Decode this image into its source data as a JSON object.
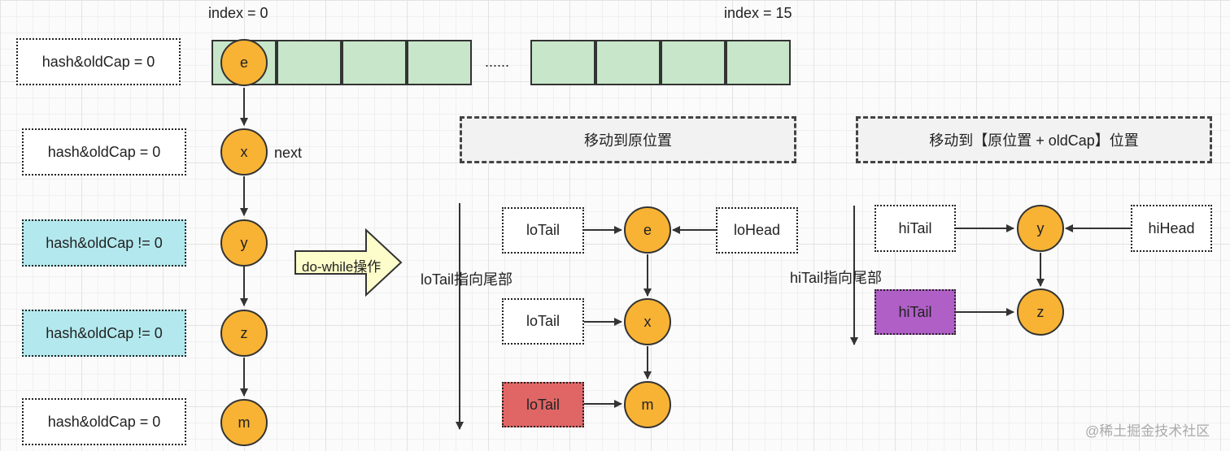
{
  "labels": {
    "index_start": "index = 0",
    "index_end": "index = 15",
    "ellipsis": "......",
    "next": "next",
    "do_while": "do-while操作",
    "lo_tail_pointer": "loTail指向尾部",
    "hi_tail_pointer": "hiTail指向尾部",
    "watermark": "@稀土掘金技术社区"
  },
  "conditions": [
    "hash&oldCap = 0",
    "hash&oldCap = 0",
    "hash&oldCap != 0",
    "hash&oldCap != 0",
    "hash&oldCap = 0"
  ],
  "chain_nodes": [
    "e",
    "x",
    "y",
    "z",
    "m"
  ],
  "lo_section": {
    "title": "移动到原位置",
    "tail_labels": [
      "loTail",
      "loTail",
      "loTail"
    ],
    "head_label": "loHead",
    "nodes": [
      "e",
      "x",
      "m"
    ]
  },
  "hi_section": {
    "title": "移动到【原位置 + oldCap】位置",
    "tail_labels": [
      "hiTail",
      "hiTail"
    ],
    "head_label": "hiHead",
    "nodes": [
      "y",
      "z"
    ]
  },
  "colors": {
    "bucket": "#c8e6c9",
    "node": "#f8b334",
    "nonzero_condition": "#b3e9ee",
    "lo_tail_final": "#e06666",
    "hi_tail_final": "#b05fc7",
    "arrow_block": "#fdfccb"
  }
}
